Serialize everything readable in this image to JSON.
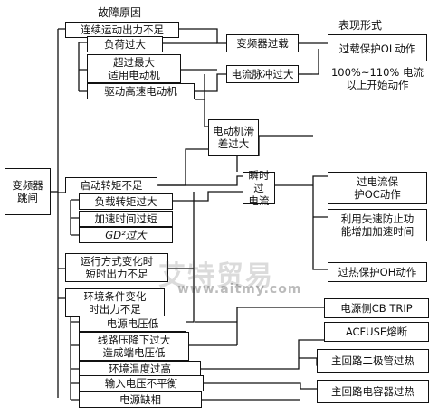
{
  "headers": {
    "causes": "故障原因",
    "symptoms": "表现形式"
  },
  "root": "变频器\n跳闸",
  "causes": {
    "load_motor": "连续运动出力不足",
    "overload": "负荷过大",
    "motor_oversize": "超过最大\n适用电动机",
    "high_speed": "驱动高速电动机",
    "start_torque": "启动转矩不足",
    "load_torque": "负载转矩过大",
    "accel_short": "加速时间过短",
    "gd2": "GD²过大",
    "run_change": "运行方式变化时\n短时出力不足",
    "env_change": "环境条件变化\n时出力不足",
    "supply_low": "电源电压低",
    "line_drop": "线路压降下过大\n造成端电压低",
    "temp_high": "环境温度过高",
    "unbalance": "输入电压不平衡",
    "phase_loss": "电源缺相"
  },
  "mid": {
    "inv_overload": "变频器过载",
    "pulse_over": "电流脉冲过大",
    "motor_slip": "电动机滑\n差过大",
    "instant_over": "瞬时过\n电流"
  },
  "symptoms": {
    "ol": "过载保护OL动作",
    "ol_note": "100%~110% 电流\n以上开始动作",
    "oc": "过电流保\n护OC动作",
    "stall": "利用失速防止功\n能增加加速时间",
    "oh": "过热保护OH动作",
    "cb": "电源侧CB TRIP",
    "fuse": "ACFUSE熔断",
    "diode": "主回路二极管过热",
    "cap": "主回路电容器过热"
  },
  "watermark": {
    "cn": "艾特贸易",
    "url": "www.aitmy.com"
  }
}
